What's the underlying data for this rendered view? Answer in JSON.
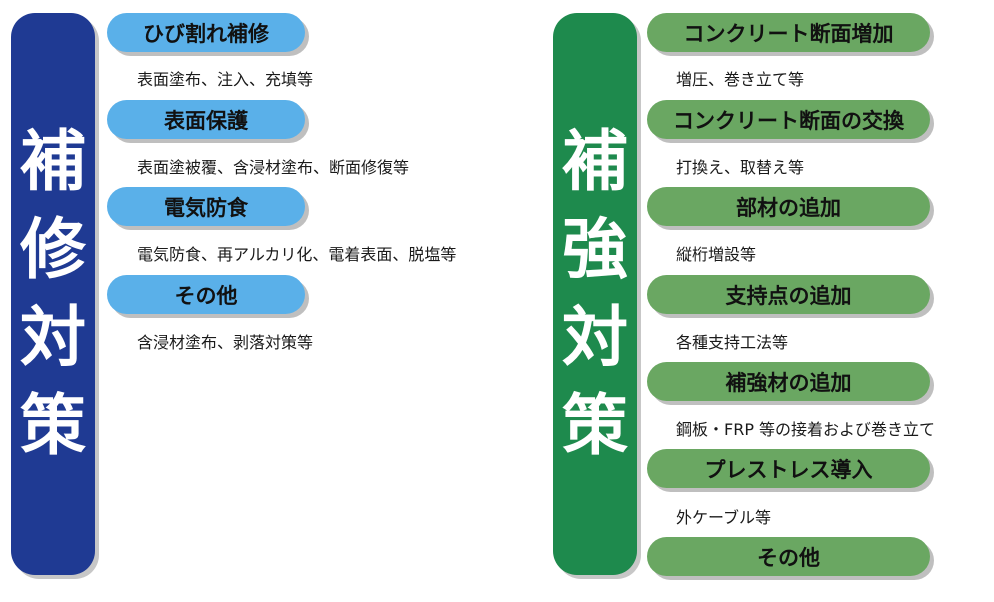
{
  "repair": {
    "title_chars": [
      "補",
      "修",
      "対",
      "策"
    ],
    "items": [
      {
        "label": "ひび割れ補修",
        "desc": "表面塗布、注入、充填等"
      },
      {
        "label": "表面保護",
        "desc": "表面塗被覆、含浸材塗布、断面修復等"
      },
      {
        "label": "電気防食",
        "desc": "電気防食、再アルカリ化、電着表面、脱塩等"
      },
      {
        "label": "その他",
        "desc": "含浸材塗布、剥落対策等"
      }
    ]
  },
  "reinforce": {
    "title_chars": [
      "補",
      "強",
      "対",
      "策"
    ],
    "items": [
      {
        "label": "コンクリート断面増加",
        "desc": "増圧、巻き立て等"
      },
      {
        "label": "コンクリート断面の交換",
        "desc": "打換え、取替え等"
      },
      {
        "label": "部材の追加",
        "desc": "縦桁増設等"
      },
      {
        "label": "支持点の追加",
        "desc": "各種支持工法等"
      },
      {
        "label": "補強材の追加",
        "desc": "鋼板・FRP 等の接着および巻き立て"
      },
      {
        "label": "プレストレス導入",
        "desc": "外ケーブル等"
      },
      {
        "label": "その他",
        "desc": ""
      }
    ]
  },
  "colors": {
    "repair_bar": "#1f3a93",
    "repair_pill": "#5ab0e9",
    "reinforce_bar": "#1e8a4d",
    "reinforce_pill": "#6aa762"
  }
}
